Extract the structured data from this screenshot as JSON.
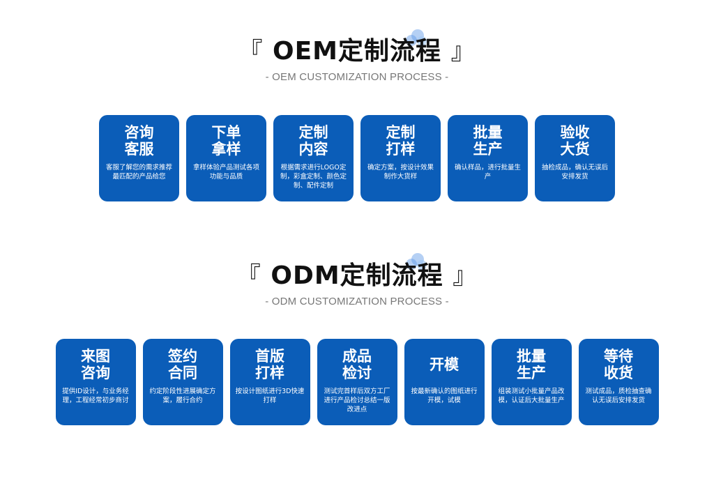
{
  "oem": {
    "bracket_left": "『",
    "title": "OEM定制流程",
    "bracket_right": "』",
    "subtitle": "- OEM CUSTOMIZATION PROCESS -",
    "steps": [
      {
        "title_line1": "咨询",
        "title_line2": "客服",
        "desc": "客服了解您的需求推荐最匹配的产品给您"
      },
      {
        "title_line1": "下单",
        "title_line2": "拿样",
        "desc": "拿样体验产品测试各项功能与品质"
      },
      {
        "title_line1": "定制",
        "title_line2": "内容",
        "desc": "根据需求进行LOGO定制，彩盒定制、颜色定制、配件定制"
      },
      {
        "title_line1": "定制",
        "title_line2": "打样",
        "desc": "确定方案，按设计效果制作大货样"
      },
      {
        "title_line1": "批量",
        "title_line2": "生产",
        "desc": "确认样品，进行批量生产"
      },
      {
        "title_line1": "验收",
        "title_line2": "大货",
        "desc": "抽检成品，确认无误后安排发货"
      }
    ]
  },
  "odm": {
    "bracket_left": "『",
    "title": "ODM定制流程",
    "bracket_right": "』",
    "subtitle": "- ODM CUSTOMIZATION PROCESS -",
    "steps": [
      {
        "title_line1": "来图",
        "title_line2": "咨询",
        "desc": "提供ID设计，与业务经理，工程经常初步商讨"
      },
      {
        "title_line1": "签约",
        "title_line2": "合同",
        "desc": "约定阶段性进展确定方案，履行合约"
      },
      {
        "title_line1": "首版",
        "title_line2": "打样",
        "desc": "按设计图纸进行3D快速打样"
      },
      {
        "title_line1": "成品",
        "title_line2": "检讨",
        "desc": "测试完首样后双方工厂进行产品检讨总结一版改进点"
      },
      {
        "title_line1": "开模",
        "title_line2": "",
        "desc": "按最新确认的图纸进行开模，试模"
      },
      {
        "title_line1": "批量",
        "title_line2": "生产",
        "desc": "组装测试小批量产品改模，认证后大批量生产"
      },
      {
        "title_line1": "等待",
        "title_line2": "收货",
        "desc": "测试成品，质检抽查确认无误后安排发货"
      }
    ]
  },
  "colors": {
    "card_bg": "#0b5db8",
    "title_text": "#111111",
    "subtitle_text": "#777777"
  },
  "icons": [
    "bubbles-icon"
  ]
}
